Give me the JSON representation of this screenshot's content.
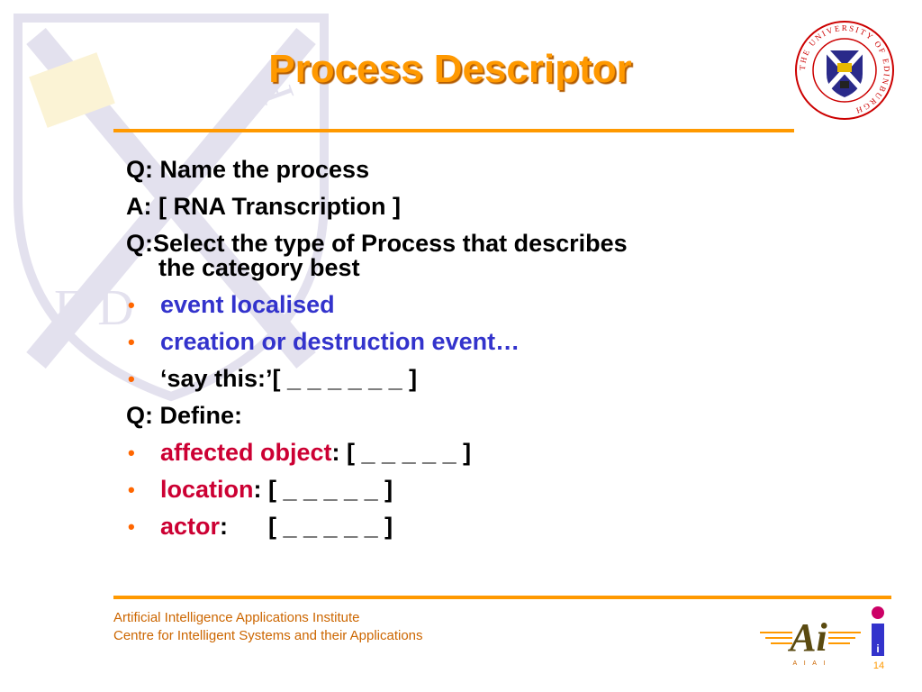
{
  "slide": {
    "title": "Process Descriptor",
    "lines": {
      "q1": "Q: Name the process",
      "a1": "A: [ RNA Transcription ]",
      "q2_first": "Q:Select the type of Process that describes",
      "q2_cont": "the category best",
      "b1": "event localised",
      "b2": "creation or destruction event…",
      "b3": "‘say this:’[  _ _ _ _ _ _ ]",
      "q3": "Q: Define:",
      "d1_term": "affected object",
      "d1_rest": ": [ _ _ _ _ _ ]",
      "d2_term": "location",
      "d2_rest": ": [ _ _ _ _ _ ]",
      "d3_term": "actor",
      "d3_rest": ":      [ _ _ _ _ _ ]"
    },
    "bullet_glyph": "•",
    "footer": {
      "line1": "Artificial Intelligence Applications Institute",
      "line2": "Centre for Intelligent Systems and their Applications"
    },
    "page_number": "14",
    "colors": {
      "title": "#ff9900",
      "rule": "#ff9900",
      "bullet": "#ff6600",
      "blue_text": "#3333cc",
      "red_text": "#cc0033",
      "footer_text": "#cc6600"
    }
  },
  "icons": {
    "crest": "university-of-edinburgh-crest-icon",
    "aiai": "aiai-logo-icon",
    "info": "i-logo-icon",
    "watermark": "edinburgh-crest-watermark"
  },
  "crest_text": "THE UNIVERSITY OF EDINBURGH",
  "aiai_logo_text": {
    "main": "Ai",
    "sub": "A I A I"
  },
  "i_logo_text": "i"
}
